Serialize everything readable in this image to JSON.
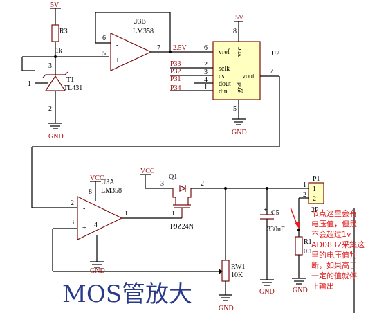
{
  "power": {
    "v5": "5V",
    "vcc": "VCC",
    "gnd": "GND"
  },
  "r3": {
    "ref": "R3",
    "value": "1k"
  },
  "t1": {
    "ref": "T1",
    "value": "TL431",
    "pin1": "1",
    "pin2": "2",
    "pin3": "3"
  },
  "u3b": {
    "ref": "U3B",
    "value": "LM358",
    "pin5": "5",
    "pin6": "6",
    "pin7": "7",
    "out_label": "2.5V"
  },
  "u2": {
    "ref": "U2",
    "pins": [
      "vref",
      "sclk",
      "cs",
      "dout",
      "din",
      "vcc",
      "gnd",
      "vout"
    ],
    "pin_numbers": [
      "6",
      "2",
      "3",
      "4",
      "1",
      "8",
      "5",
      "7"
    ],
    "nets": [
      "P33",
      "P32",
      "P31",
      "P34"
    ]
  },
  "u3a": {
    "ref": "U3A",
    "value": "LM358",
    "pin1": "1",
    "pin2": "2",
    "pin3": "3",
    "pin4": "4",
    "pin8": "8"
  },
  "q1": {
    "ref": "Q1",
    "value": "F9Z24N",
    "pin1": "1",
    "pin2": "2",
    "pin3": "3"
  },
  "c5": {
    "ref": "C5",
    "value": "330uF"
  },
  "rw1": {
    "ref": "RW1",
    "value": "10K"
  },
  "p1": {
    "ref": "P1",
    "value": "2P",
    "pin1": "1",
    "pin2": "2"
  },
  "r1": {
    "ref": "R1",
    "value": "0.1"
  },
  "title": "MOS管放大",
  "annotation": [
    "节点这里会有",
    "电压值，但是",
    "不会超过1v",
    "AD0832采集这",
    "里的电压值判",
    "断，如果高于",
    "一定的值就停",
    "止输出"
  ],
  "colors": {
    "part": "#7a1010",
    "u2_fill": "#ffffc0",
    "title": "#2a3a8a",
    "note": "#e02020"
  }
}
